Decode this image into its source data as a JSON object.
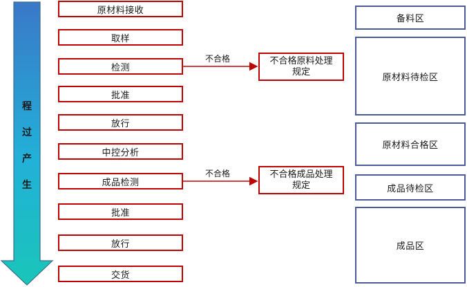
{
  "process_title": "生产过程",
  "steps": [
    {
      "label": "原材料接收"
    },
    {
      "label": "取样"
    },
    {
      "label": "检测"
    },
    {
      "label": "批准"
    },
    {
      "label": "放行"
    },
    {
      "label": "中控分析"
    },
    {
      "label": "成品检测"
    },
    {
      "label": "批准"
    },
    {
      "label": "放行"
    },
    {
      "label": "交货"
    }
  ],
  "branches": [
    {
      "condition": "不合格",
      "target_line1": "不合格原料处理",
      "target_line2": "规定"
    },
    {
      "condition": "不合格",
      "target_line1": "不合格成品处理",
      "target_line2": "规定"
    }
  ],
  "zones": [
    {
      "label": "备料区"
    },
    {
      "label": "原材料待检区"
    },
    {
      "label": "原材料合格区"
    },
    {
      "label": "成品待检区"
    },
    {
      "label": "成品区"
    }
  ],
  "colors": {
    "step_border": "#c00000",
    "zone_border": "#4a5a9a",
    "arrow_top": "#3a78c8",
    "arrow_bottom": "#19c6b9"
  }
}
